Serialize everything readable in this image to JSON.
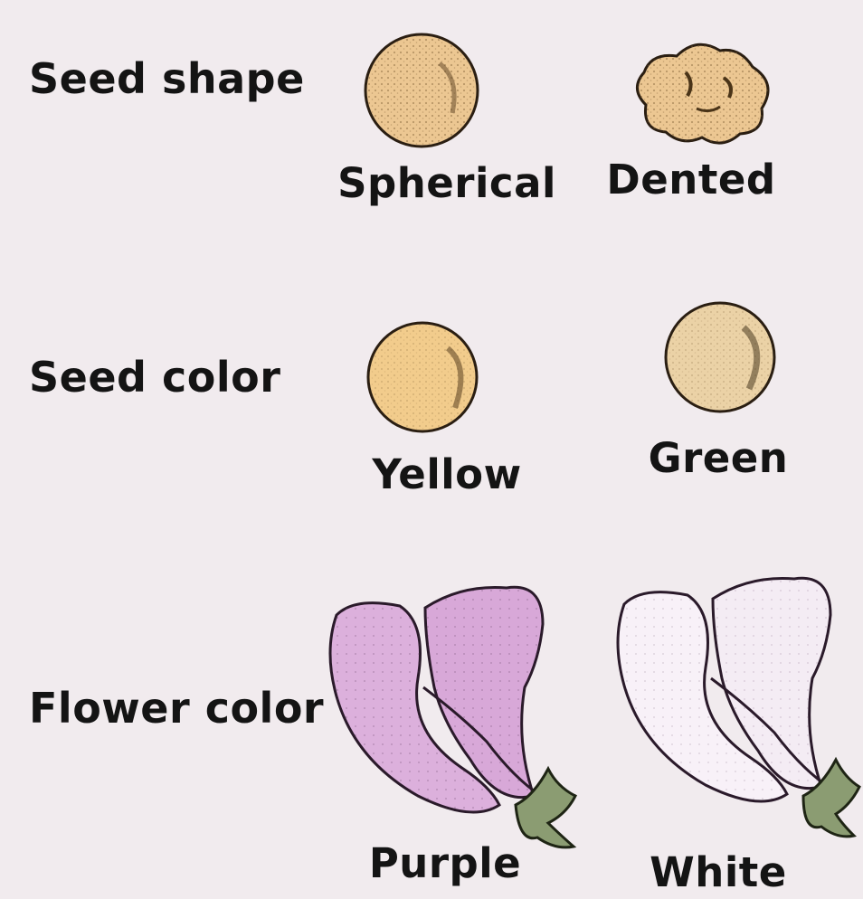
{
  "traits": [
    {
      "name": "Seed shape",
      "variants": [
        "Spherical",
        "Dented"
      ]
    },
    {
      "name": "Seed color",
      "variants": [
        "Yellow",
        "Green"
      ]
    },
    {
      "name": "Flower color",
      "variants": [
        "Purple",
        "White"
      ]
    }
  ],
  "colors": {
    "background": "#f1ebee",
    "seed_tan": "#ecc792",
    "seed_yellow": "#f2cc8c",
    "seed_green": "#ebd2a6",
    "petal_purple": "#dcb0dc",
    "petal_white": "#f8f1f8",
    "sepal_green": "#8b9c72"
  },
  "icons": [
    "spherical-seed-icon",
    "dented-seed-icon",
    "yellow-seed-icon",
    "green-seed-icon",
    "purple-flower-icon",
    "white-flower-icon"
  ]
}
